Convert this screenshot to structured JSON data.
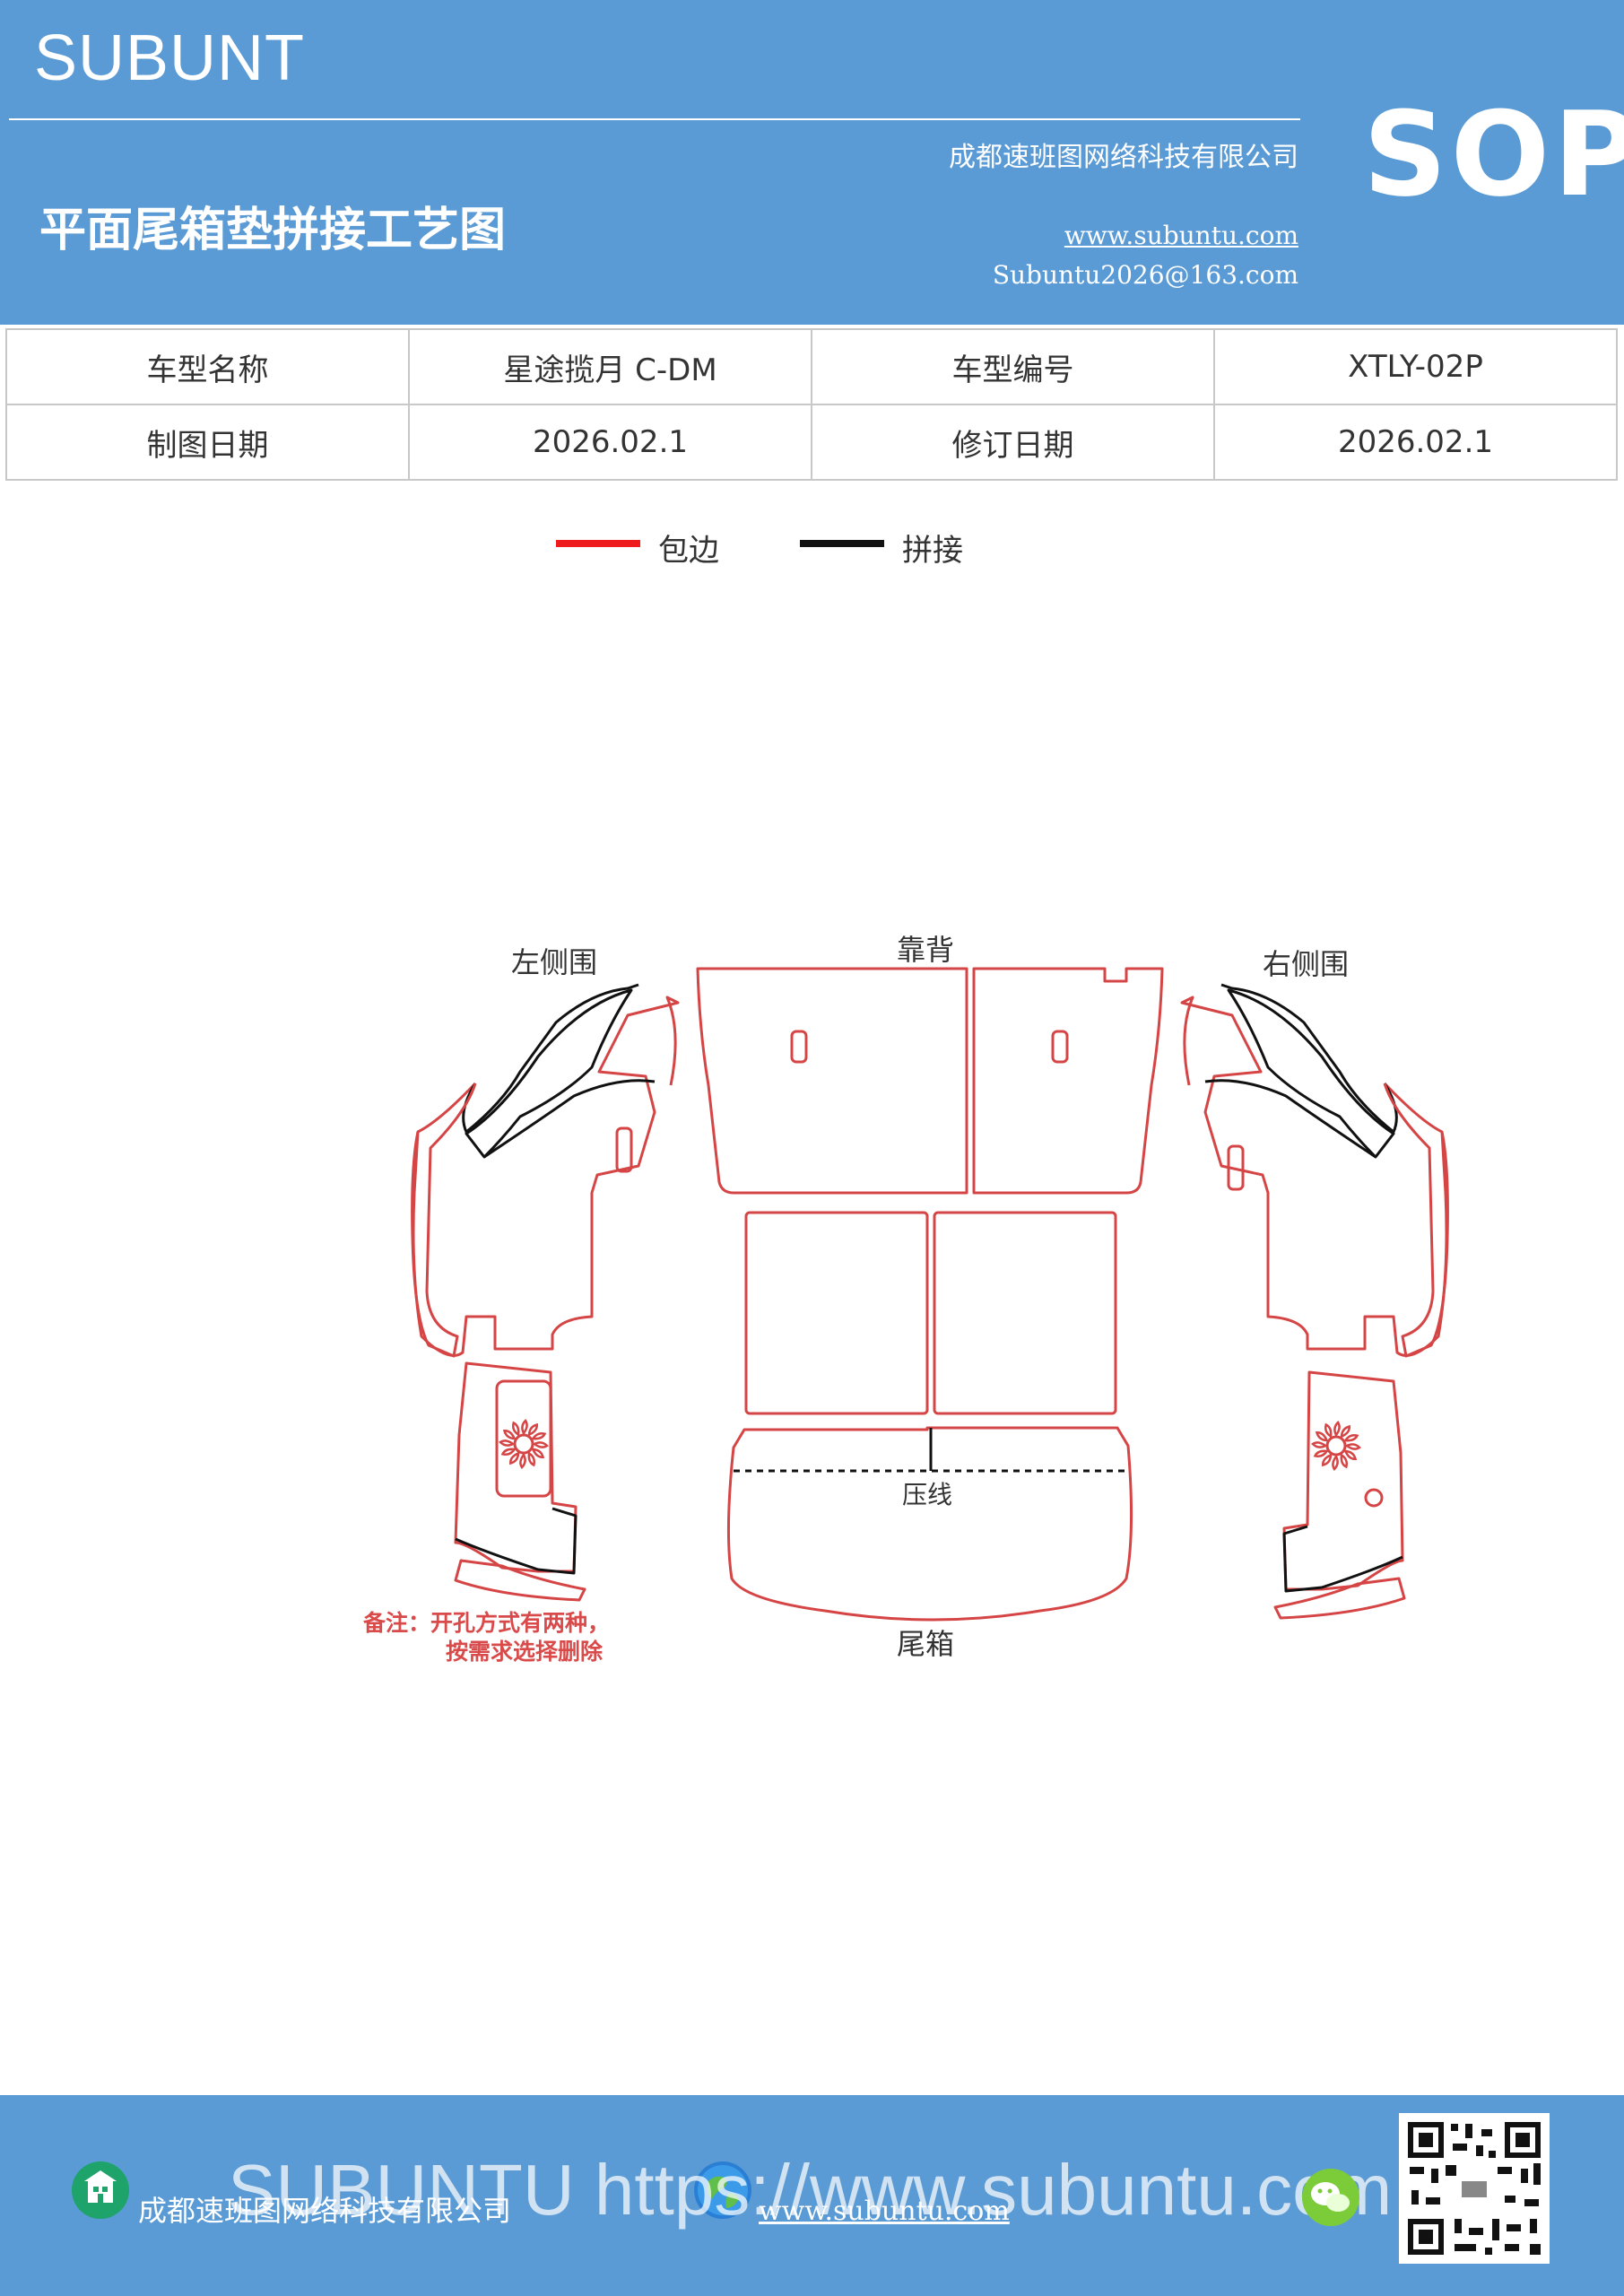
{
  "header": {
    "brand": "SUBUNT",
    "title": "平面尾箱垫拼接工艺图",
    "company": "成都速班图网络科技有限公司",
    "website": "www.subuntu.com",
    "email": "Subuntu2026@163.com",
    "badge": "SOP"
  },
  "info": {
    "model_name_label": "车型名称",
    "model_name": "星途揽月 C-DM",
    "model_code_label": "车型编号",
    "model_code": "XTLY-02P",
    "draw_date_label": "制图日期",
    "draw_date": "2026.02.1",
    "revise_date_label": "修订日期",
    "revise_date": "2026.02.1"
  },
  "legend": {
    "edge_label": "包边",
    "edge_color": "#ee1c1c",
    "splice_label": "拼接",
    "splice_color": "#111111"
  },
  "diagram": {
    "left_side": "左侧围",
    "backrest": "靠背",
    "right_side": "右侧围",
    "crease": "压线",
    "trunk": "尾箱",
    "outline_color": "#d64545",
    "note_line1": "备注：开孔方式有两种，",
    "note_line2": "按需求选择删除"
  },
  "footer": {
    "company": "成都速班图网络科技有限公司",
    "website": "www.subuntu.com",
    "watermark": "SUBUNTU https://www.subuntu.com",
    "building_icon": "building-icon",
    "globe_icon": "globe-icon",
    "wechat_icon": "wechat-icon",
    "qr_code": "qr-code"
  }
}
